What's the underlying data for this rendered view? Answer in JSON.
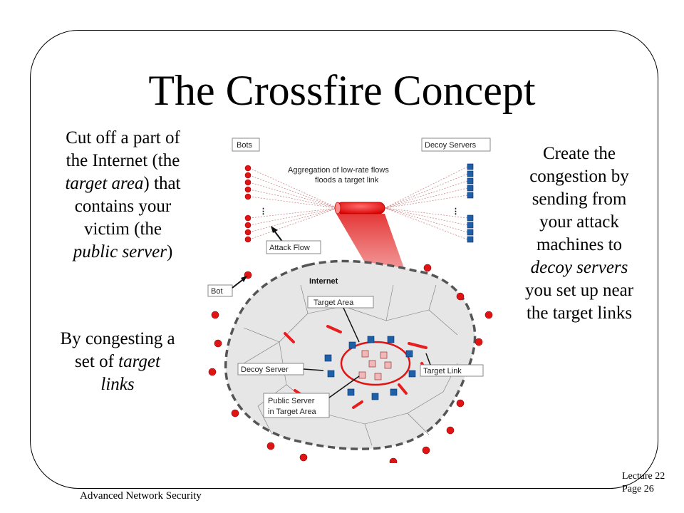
{
  "slide": {
    "title": "The Crossfire Concept",
    "left_top": {
      "l1": "Cut off a part of",
      "l2": "the Internet (the",
      "l3_italic": "target area",
      "l3_rest": ") that",
      "l4": "contains your",
      "l5": "victim (the",
      "l6_italic": "public server",
      "l6_rest": ")"
    },
    "left_bottom": {
      "l1": "By congesting a",
      "l2_pre": "set of ",
      "l2_italic": "target",
      "l3_italic": "links"
    },
    "right": {
      "l1": "Create the",
      "l2": "congestion by",
      "l3": "sending from",
      "l4": "your attack",
      "l5": "machines to",
      "l6_italic": "decoy servers",
      "l7": "you set up near",
      "l8": "the target links"
    },
    "footer_left": "Advanced Network Security",
    "footer_right_1": "Lecture 22",
    "footer_right_2": "Page 26"
  },
  "diagram": {
    "labels": {
      "bots": "Bots",
      "decoy_servers": "Decoy Servers",
      "aggregation_1": "Aggregation of low-rate flows",
      "aggregation_2": "floods a target link",
      "attack_flow": "Attack Flow",
      "internet": "Internet",
      "bot": "Bot",
      "target_area": "Target Area",
      "decoy_server": "Decoy Server",
      "target_link": "Target Link",
      "public_server_1": "Public Server",
      "public_server_2": "in Target Area",
      "ellipsis_left": "⋮",
      "ellipsis_right": "⋮"
    },
    "colors": {
      "bot_node": "#e01414",
      "decoy_node": "#1f5fa8",
      "public_node": "#f0b8b8",
      "target_link": "#e81e1e",
      "internet_fill": "#e6e6e6"
    }
  }
}
